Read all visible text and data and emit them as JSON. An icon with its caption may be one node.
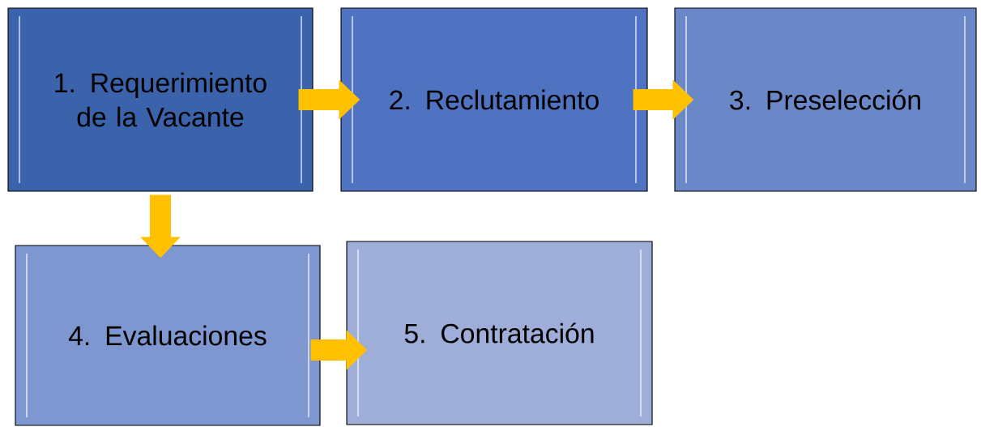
{
  "diagram": {
    "nodes": [
      {
        "text": [
          "1. Requerimiento de la Vacante"
        ]
      },
      {
        "text": [
          "2. Reclutamiento"
        ]
      },
      {
        "text": [
          "3. Preselección"
        ]
      },
      {
        "text": [
          "4. Evaluaciones"
        ]
      },
      {
        "text": [
          "5. Contratación"
        ]
      }
    ],
    "edges": [
      {
        "from": 0,
        "to": 1,
        "arrow": "to"
      },
      {
        "from": 1,
        "to": 2,
        "arrow": "to"
      },
      {
        "from": 0,
        "to": 3,
        "arrow": "to"
      },
      {
        "from": 3,
        "to": 4,
        "arrow": "to"
      }
    ]
  }
}
